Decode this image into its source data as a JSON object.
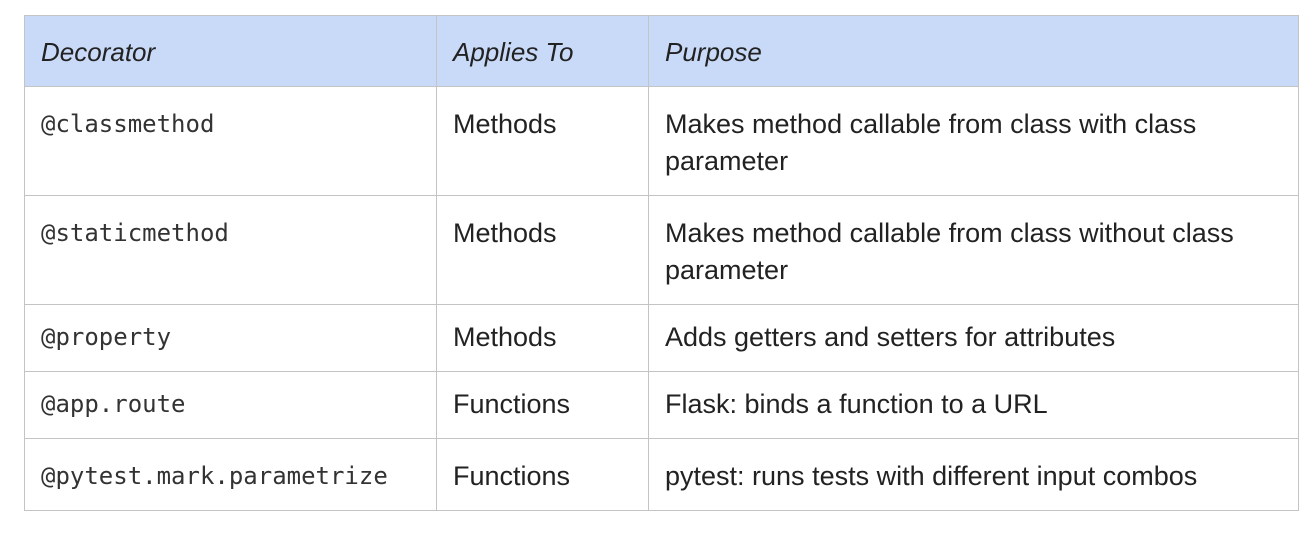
{
  "table": {
    "headers": [
      "Decorator",
      "Applies To",
      "Purpose"
    ],
    "rows": [
      [
        "@classmethod",
        "Methods",
        "Makes method callable from class with class parameter"
      ],
      [
        "@staticmethod",
        "Methods",
        "Makes method callable from class without class parameter"
      ],
      [
        "@property",
        "Methods",
        "Adds getters and setters for attributes"
      ],
      [
        "@app.route",
        "Functions",
        "Flask: binds a function to a URL"
      ],
      [
        "@pytest.mark.parametrize",
        "Functions",
        "pytest: runs tests with different input combos"
      ]
    ]
  }
}
